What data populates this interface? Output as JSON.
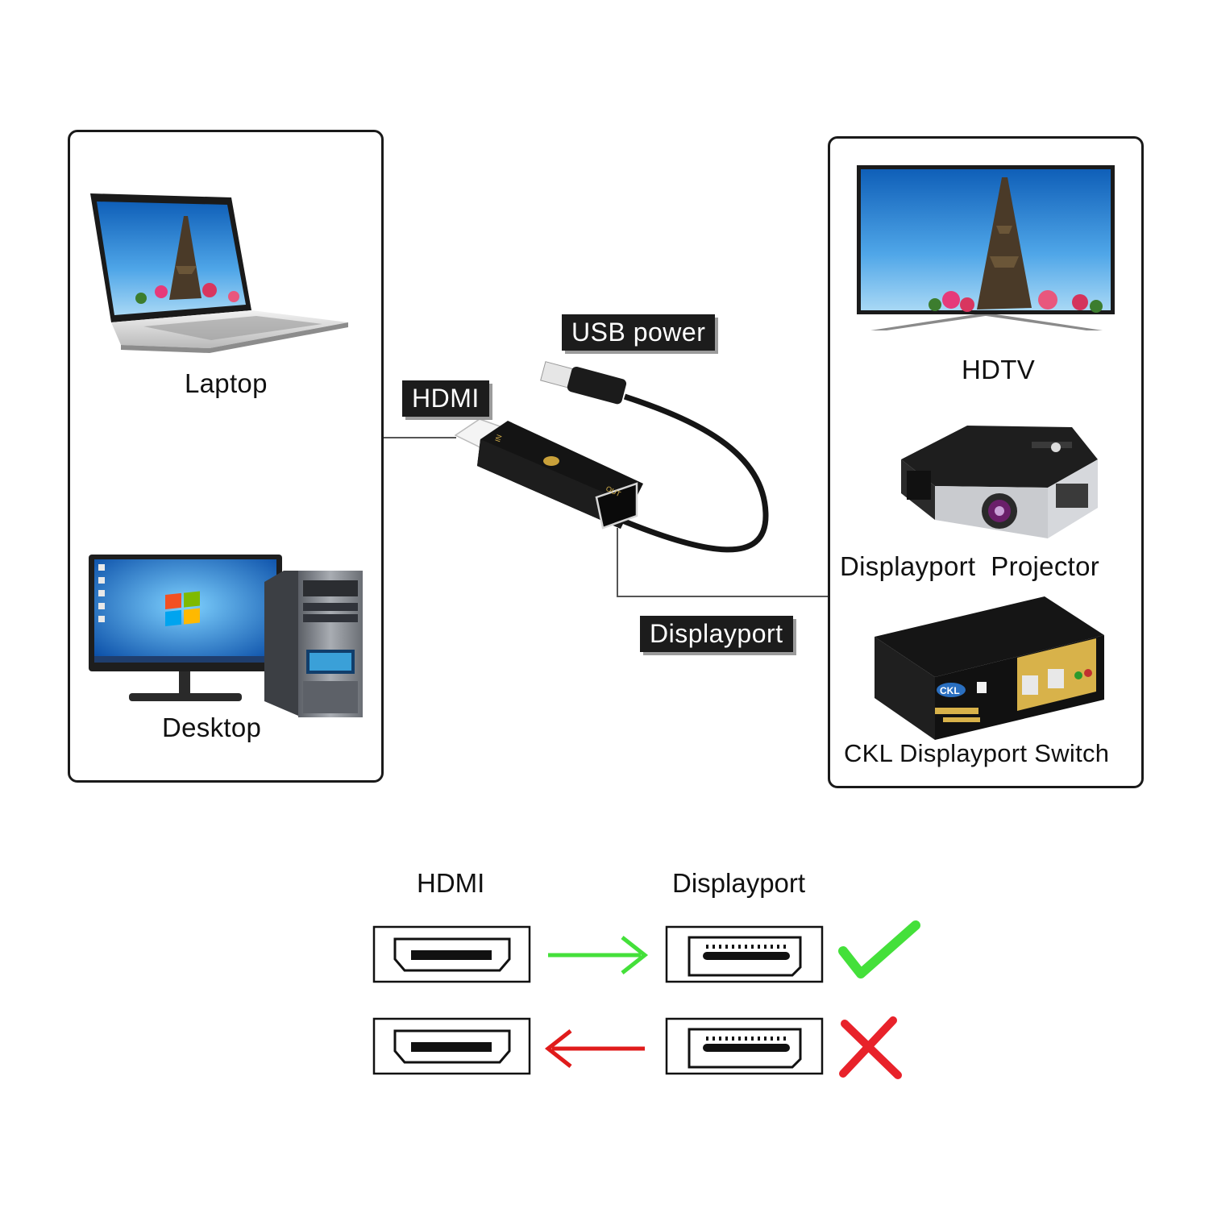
{
  "sources": {
    "laptop_label": "Laptop",
    "desktop_label": "Desktop"
  },
  "displays": {
    "hdtv_label": "HDTV",
    "projector_label": "Displayport  Projector",
    "switch_label": "CKL Displayport Switch"
  },
  "adapter": {
    "usb_tag": "USB power",
    "hdmi_tag": "HDMI",
    "dp_tag": "Displayport",
    "in_marking": "IN",
    "out_marking": "OUT"
  },
  "legend": {
    "hdmi_title": "HDMI",
    "dp_title": "Displayport",
    "rows": [
      {
        "direction": "hdmi-to-displayport",
        "supported": true,
        "arrow_color": "#44e03a",
        "mark_color": "#44e03a"
      },
      {
        "direction": "displayport-to-hdmi",
        "supported": false,
        "arrow_color": "#e01b1b",
        "mark_color": "#e8222a"
      }
    ]
  }
}
